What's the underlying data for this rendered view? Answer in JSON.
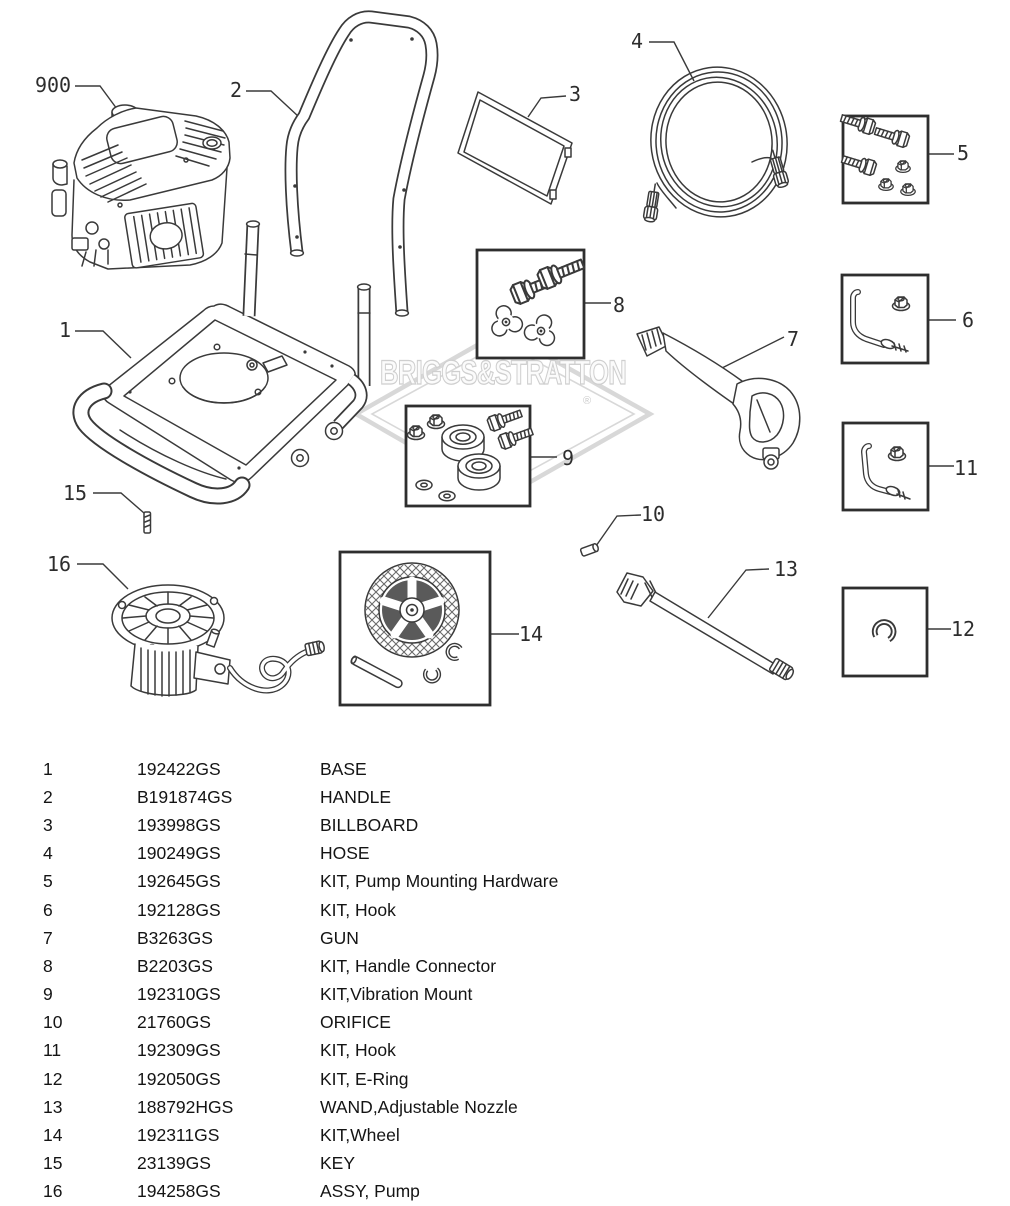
{
  "diagram": {
    "watermark": {
      "text": "BRIGGS&STRATTON",
      "registered_mark": "®"
    },
    "callouts": {
      "engine": "900",
      "base": "1",
      "handle": "2",
      "billboard": "3",
      "hose": "4",
      "pump_mounting_hardware_kit": "5",
      "hook_kit": "6",
      "gun": "7",
      "handle_connector_kit": "8",
      "vibration_mount_kit": "9",
      "orifice": "10",
      "hook_kit_2": "11",
      "e_ring_kit": "12",
      "wand": "13",
      "wheel_kit": "14",
      "key": "15",
      "pump_assembly": "16"
    }
  },
  "parts_table": {
    "rows": [
      {
        "item": "1",
        "part_number": "192422GS",
        "description": "BASE"
      },
      {
        "item": "2",
        "part_number": "B191874GS",
        "description": "HANDLE"
      },
      {
        "item": "3",
        "part_number": "193998GS",
        "description": "BILLBOARD"
      },
      {
        "item": "4",
        "part_number": "190249GS",
        "description": "HOSE"
      },
      {
        "item": "5",
        "part_number": "192645GS",
        "description": "KIT, Pump Mounting Hardware"
      },
      {
        "item": "6",
        "part_number": "192128GS",
        "description": "KIT, Hook"
      },
      {
        "item": "7",
        "part_number": "B3263GS",
        "description": "GUN"
      },
      {
        "item": "8",
        "part_number": "B2203GS",
        "description": "KIT, Handle Connector"
      },
      {
        "item": "9",
        "part_number": "192310GS",
        "description": "KIT,Vibration Mount"
      },
      {
        "item": "10",
        "part_number": "21760GS",
        "description": "ORIFICE"
      },
      {
        "item": "11",
        "part_number": "192309GS",
        "description": "KIT, Hook"
      },
      {
        "item": "12",
        "part_number": "192050GS",
        "description": "KIT, E-Ring"
      },
      {
        "item": "13",
        "part_number": "188792HGS",
        "description": "WAND,Adjustable Nozzle"
      },
      {
        "item": "14",
        "part_number": "192311GS",
        "description": "KIT,Wheel"
      },
      {
        "item": "15",
        "part_number": "23139GS",
        "description": "KEY"
      },
      {
        "item": "16",
        "part_number": "194258GS",
        "description": "ASSY, Pump"
      }
    ]
  }
}
